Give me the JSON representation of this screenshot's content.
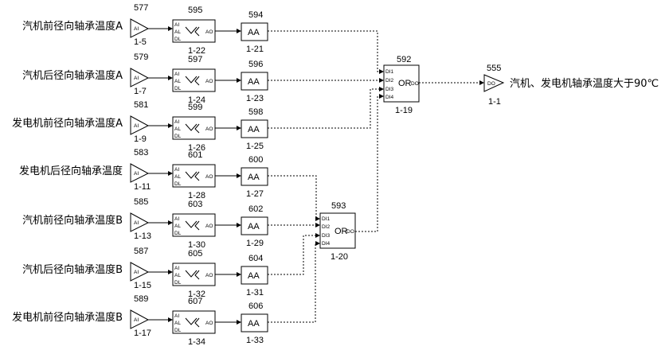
{
  "rows": [
    {
      "label": "汽机前径向轴承温度A",
      "ai_id": "577",
      "ai_sub": "1-5",
      "cmp_id": "595",
      "cmp_sub": "1-22",
      "aa_id": "594",
      "aa_sub": "1-21"
    },
    {
      "label": "汽机后径向轴承温度A",
      "ai_id": "579",
      "ai_sub": "1-7",
      "cmp_id": "597",
      "cmp_sub": "1-24",
      "aa_id": "596",
      "aa_sub": "1-23"
    },
    {
      "label": "发电机前径向轴承温度A",
      "ai_id": "581",
      "ai_sub": "1-9",
      "cmp_id": "599",
      "cmp_sub": "1-26",
      "aa_id": "598",
      "aa_sub": "1-25"
    },
    {
      "label": "发电机后径向轴承温度",
      "ai_id": "583",
      "ai_sub": "1-11",
      "cmp_id": "601",
      "cmp_sub": "1-28",
      "aa_id": "600",
      "aa_sub": "1-27"
    },
    {
      "label": "汽机前径向轴承温度B",
      "ai_id": "585",
      "ai_sub": "1-13",
      "cmp_id": "603",
      "cmp_sub": "1-30",
      "aa_id": "602",
      "aa_sub": "1-29"
    },
    {
      "label": "汽机后径向轴承温度B",
      "ai_id": "587",
      "ai_sub": "1-15",
      "cmp_id": "605",
      "cmp_sub": "1-32",
      "aa_id": "604",
      "aa_sub": "1-31"
    },
    {
      "label": "发电机前径向轴承温度B",
      "ai_id": "589",
      "ai_sub": "1-17",
      "cmp_id": "607",
      "cmp_sub": "1-34",
      "aa_id": "606",
      "aa_sub": "1-33"
    }
  ],
  "ports": {
    "ai": "AI",
    "cmp_in": [
      "AI",
      "AL",
      "DL"
    ],
    "cmp_out": "AO",
    "aa": "AA",
    "or_in": [
      "DI1",
      "DI2",
      "DI3",
      "DI4"
    ],
    "or_out": "DO",
    "or_text": "OR",
    "do": "DO"
  },
  "or_blocks": [
    {
      "id": "592",
      "sub": "1-19"
    },
    {
      "id": "593",
      "sub": "1-20"
    }
  ],
  "output": {
    "id": "555",
    "sub": "1-1",
    "label": "汽机、发电机轴承温度大于90℃"
  }
}
